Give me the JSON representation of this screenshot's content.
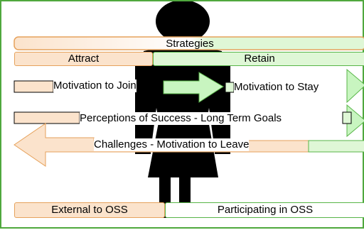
{
  "diagram": {
    "strategies_label": "Strategies",
    "attract_label": "Attract",
    "retain_label": "Retain",
    "motivation_join_label": "Motivation to Join",
    "motivation_stay_label": "Motivation to Stay",
    "perceptions_label": "Perceptions of Success - Long Term Goals",
    "challenges_label": "Challenges - Motivation to Leave",
    "external_label": "External to OSS",
    "participating_label": "Participating in OSS"
  },
  "colors": {
    "frame_border": "#4fa83d",
    "attract_fill": "#fbe3cc",
    "attract_border": "#e6a25c",
    "retain_fill": "#dff7d6",
    "retain_border": "#58b548",
    "arrow_fill": "#c8f5c0",
    "figure": "#000000"
  },
  "icons": {
    "person": "woman-figure-icon"
  }
}
